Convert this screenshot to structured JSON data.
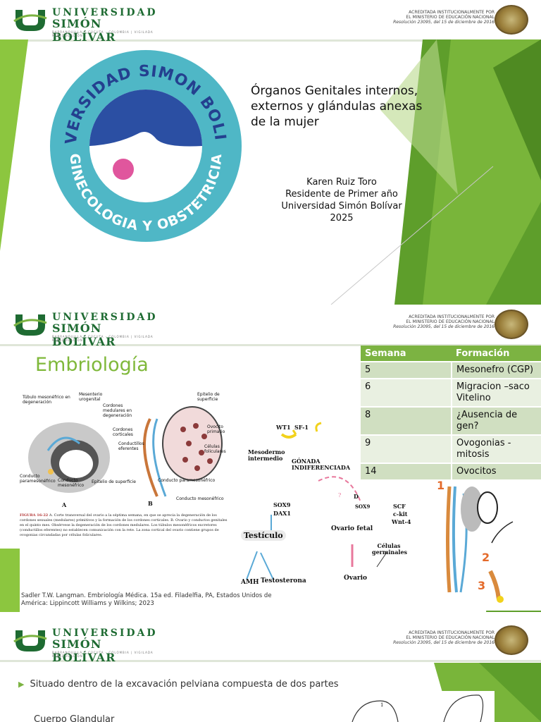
{
  "header": {
    "logo_line1": "UNIVERSIDAD",
    "logo_line2": "SIMÓN BOLÍVAR",
    "logo_line3": "BARRANQUILLA Y CÚCUTA - COLOMBIA  |  VIGILADA MINEDUCACIÓN",
    "accred_line1": "ACREDITADA INSTITUCIONALMENTE POR",
    "accred_line2": "EL MINISTERIO DE EDUCACIÓN NACIONAL",
    "accred_line3": "Resolución 23095, del 15 de diciembre de 2016"
  },
  "slide1": {
    "emblem_top_text": "UNIVERSIDAD SIMON BOLIVAR",
    "emblem_bottom_text": "GINECOLOGIA Y OBSTETRICIA",
    "title_line1": "Órganos Genitales internos,",
    "title_line2": "externos y glándulas anexas",
    "title_line3": "de la mujer",
    "author_name": "Karen Ruiz Toro",
    "author_role": "Residente de Primer año",
    "author_institution": "Universidad Simón Bolívar",
    "author_year": "2025"
  },
  "slide2": {
    "title": "Embriología",
    "table": {
      "headers": [
        "Semana",
        "Formación"
      ],
      "rows": [
        [
          "5",
          "Mesonefro (CGP)"
        ],
        [
          "6",
          "Migracion –saco Vitelino"
        ],
        [
          "8",
          "¿Ausencia de gen?"
        ],
        [
          "9",
          "Ovogonias - mitosis"
        ],
        [
          "14",
          "Ovocitos"
        ]
      ]
    },
    "figure_labels": {
      "tubulo": "Túbulo mesonéfrico en degeneración",
      "mesenterio": "Mesenterio urogenital",
      "cordones_med": "Cordones medulares en degeneración",
      "cordones_cort": "Cordones corticales",
      "conductillos": "Conductillos eferentes",
      "conducto_para": "Conducto paramesonéfrico",
      "conducto_meso": "Conducto mesonéfrico",
      "epitelio": "Epitelio de superficie",
      "epitelio_sup": "Epitelio de superficie",
      "ovocito": "Ovocito primario",
      "celulas_fol": "Células foliculares",
      "conducto_para_b": "Conducto paramesonéfrico",
      "conducto_meso_b": "Conducto mesonéfrico",
      "label_a": "A",
      "label_b": "B"
    },
    "figure_caption_bold": "FIGURA 16-22",
    "figure_caption": "A. Corte transversal del ovario a la séptima semana, en que se aprecia la degeneración de los cordones sexuales (medulares) primitivos y la formación de los cordones corticales. B. Ovario y conductos genitales en el quinto mes. Obsérvese la degeneración de los cordones medulares. Los túbulos mesonéfricos excretores (conductillos eferentes) no establecen comunicación con la rete. La zona cortical del ovario contiene grupos de ovogonias circundadas por células foliculares.",
    "flow": {
      "wt1": "WT1",
      "sf1": "SF-1",
      "mesodermo": "Mesodermo intermedio",
      "gonada": "GÓNADA INDIFERENCIADA",
      "sox9": "SOX9",
      "dax1": "DAX1",
      "d": "D",
      "sox9b": "SOX9",
      "scf": "SCF",
      "ckit": "c-kit",
      "wnt4": "Wnt-4",
      "q": "?",
      "testiculo": "Testículo",
      "ovario_fetal": "Ovario fetal",
      "celulas_germ": "Células germinales",
      "amh": "AMH",
      "testosterona": "Testosterona",
      "ovario": "Ovario"
    },
    "duct_numbers": [
      "1",
      "2",
      "3"
    ],
    "reference": "Sadler T.W. Langman. Embriología Médica. 15a ed. Filadelfia, PA, Estados Unidos de América: Lippincott Williams y Wilkins; 2023"
  },
  "slide3": {
    "bullet1": "Situado dentro de la excavación pelviana compuesta de dos partes",
    "sub1": "Cuerpo Glandular",
    "fig_number": "1"
  },
  "colors": {
    "accent_green": "#7cb342",
    "dark_green": "#1e6b32",
    "emblem_blue": "#2b4fa3",
    "emblem_teal": "#4fb7c6",
    "emblem_pink": "#e0569d"
  }
}
